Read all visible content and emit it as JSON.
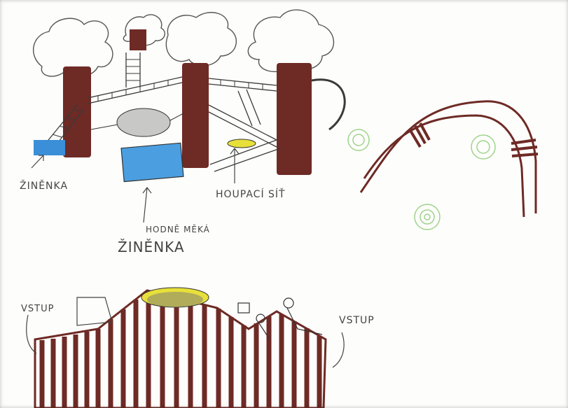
{
  "labels": {
    "zinenka_left": "ŽINĚNKA",
    "houpaci_sit": "HOUPACÍ SÍŤ",
    "hodne_meka": "HODNĚ MĚKÁ",
    "zinenka_center": "ŽINĚNKA",
    "vstup_left": "VSTUP",
    "vstup_right": "VSTUP"
  },
  "colors": {
    "trunk": "#6e2a25",
    "blue_mat": "#3a8fd8",
    "yellow": "#e8e03a",
    "green": "#9fd38c",
    "pencil": "#3a3a3a"
  }
}
